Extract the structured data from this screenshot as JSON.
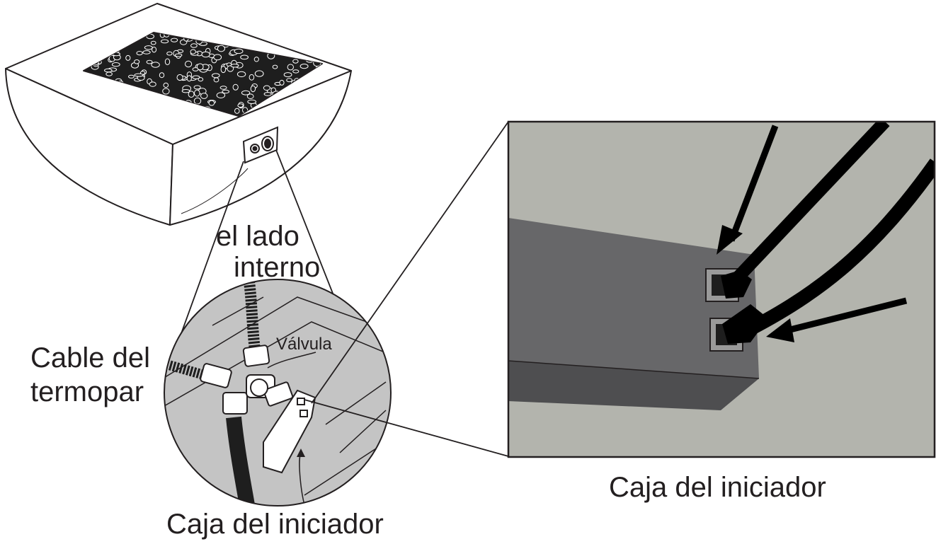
{
  "labels": {
    "side": [
      "el lado",
      "interno"
    ],
    "valve": "Válvula",
    "thermocouple": [
      "Cable del",
      "termopar"
    ],
    "igniter_box_bottom": "Caja del iniciador",
    "igniter_box_right": "Caja del iniciador"
  },
  "colors": {
    "line": "#231f20",
    "circle_fill": "#c4c4c4",
    "panel_bg": "#b3b4ad",
    "box_top": "#676769",
    "box_front": "#4e4e50",
    "pebble": "#1e1e1e"
  }
}
